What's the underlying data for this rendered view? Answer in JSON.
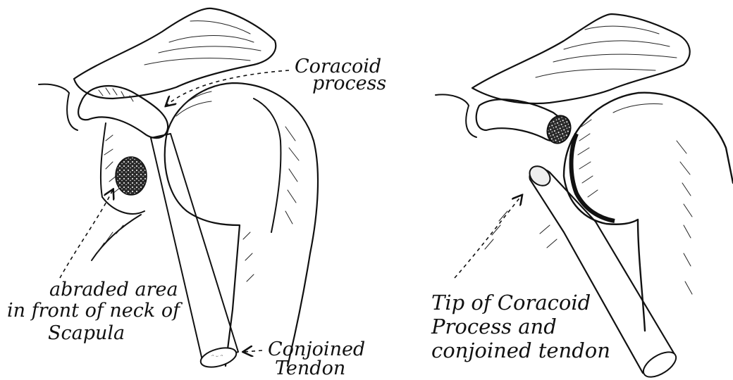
{
  "labels": {
    "left_coracoid": [
      "Coracoid",
      "process"
    ],
    "left_abraded": [
      "abraded area",
      "in front of neck of",
      "Scapula"
    ],
    "left_conjoined": [
      "Conjoined",
      "Tendon"
    ],
    "right_tip": [
      "Tip of Coracoid",
      "Process and",
      "conjoined tendon"
    ]
  },
  "colors": {
    "ink": "#111111",
    "background": "#ffffff",
    "paper_fill": "#f4f4f4"
  }
}
